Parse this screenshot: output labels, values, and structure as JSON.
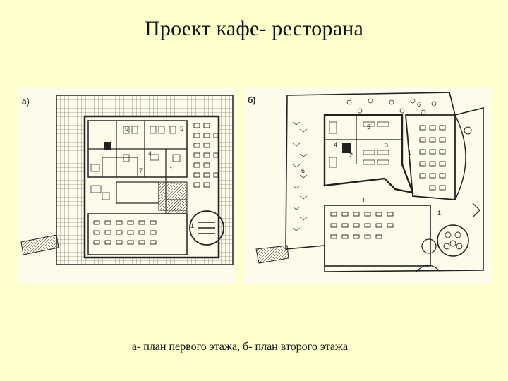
{
  "slide": {
    "title": "Проект кафе- ресторана",
    "caption": "а- план первого этажа, б- план второго этажа"
  },
  "plan_a": {
    "label": "а)",
    "room_numbers": [
      "6",
      "5",
      "4",
      "1",
      "7",
      "1"
    ]
  },
  "plan_b": {
    "label": "б)",
    "room_numbers": [
      "6",
      "5",
      "4",
      "3",
      "2",
      "1",
      "1",
      "6",
      "1"
    ]
  },
  "colors": {
    "background": "#ffffcc",
    "plan_paper": "#fdfcea",
    "ink": "#2a2a2a"
  }
}
